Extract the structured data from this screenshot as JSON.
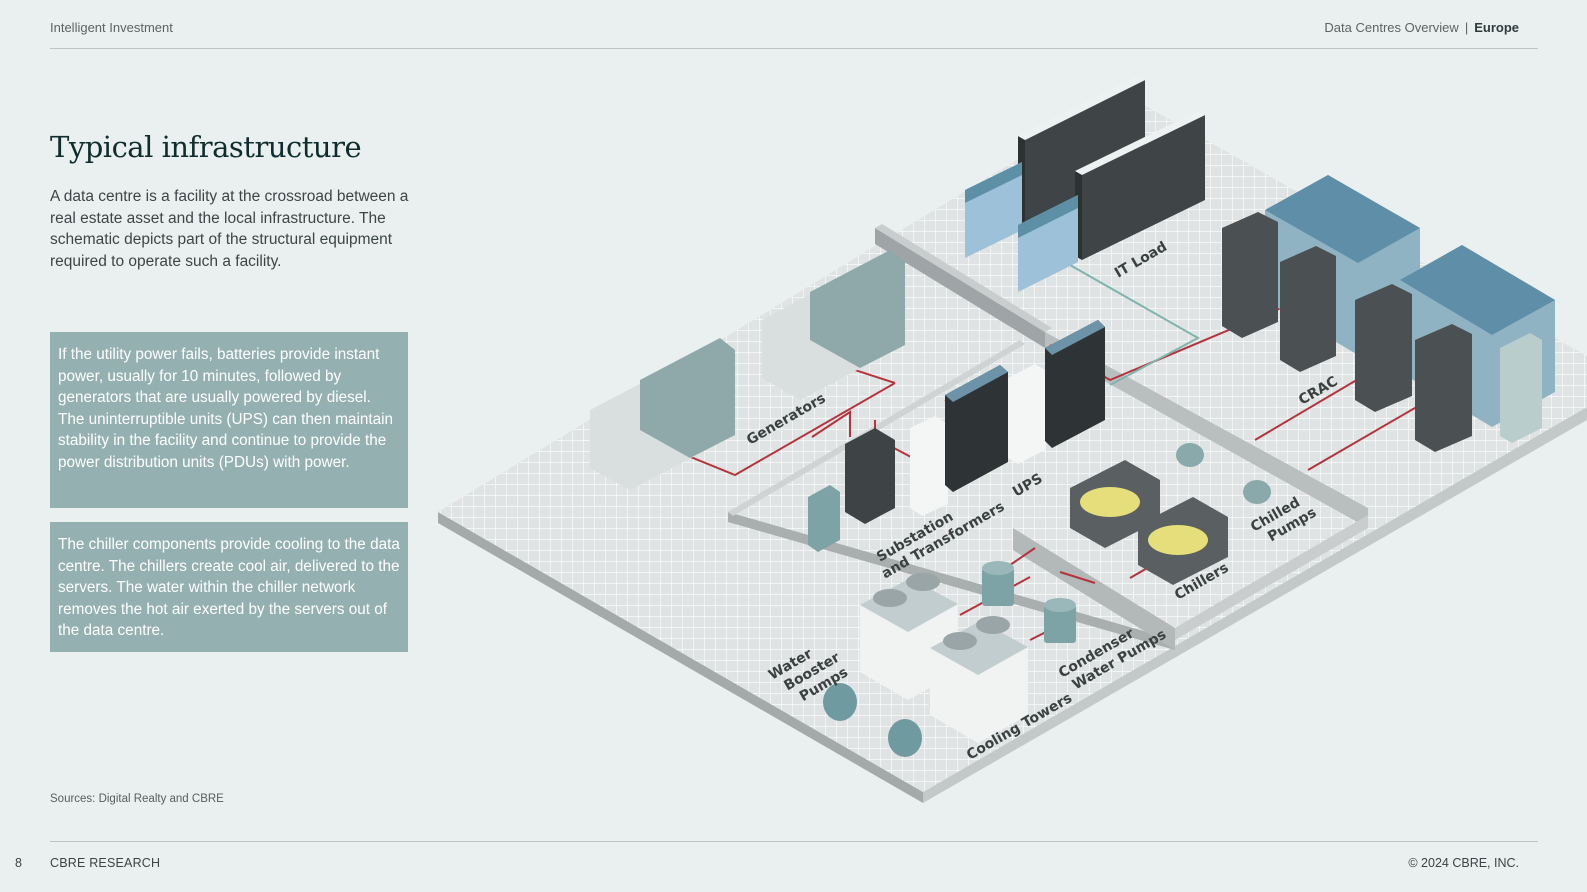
{
  "header": {
    "left": "Intelligent Investment",
    "right_section": "Data Centres Overview",
    "right_separator": "|",
    "right_region": "Europe"
  },
  "title": "Typical infrastructure",
  "intro": "A data centre is a facility at the crossroad between a real estate asset and the local infrastructure. The schematic depicts part of the structural equipment required to operate such a facility.",
  "info_boxes": {
    "power": "If the utility power fails, batteries provide instant power, usually for 10 minutes, followed by generators that are usually powered by diesel. The uninterruptible units (UPS) can then maintain stability in the facility and continue to provide the power distribution units (PDUs) with power.",
    "chiller": "The chiller components provide cooling to the data centre. The chillers create cool air, delivered to the servers. The water within the chiller network removes the hot air exerted by the servers out of the data centre."
  },
  "diagram": {
    "labels": {
      "it_load": "IT Load",
      "crac": "CRAC",
      "generators": "Generators",
      "ups": "UPS",
      "substation_line1": "Substation",
      "substation_line2": "and Transformers",
      "chillers": "Chillers",
      "chilled_line1": "Chilled",
      "chilled_line2": "Pumps",
      "water_line1": "Water",
      "water_line2": "Booster",
      "water_line3": "Pumps",
      "condenser_line1": "Condenser",
      "condenser_line2": "Water Pumps",
      "cooling_towers": "Cooling Towers"
    },
    "colors": {
      "power_line": "#b5333b",
      "cooling_line": "#7fb5ad",
      "floor": "#dfe3e3",
      "grid": "#ffffff",
      "equipment_dark": "#4b5152",
      "equipment_blue": "#5d8fa6",
      "equipment_teal": "#7ea3a6",
      "chiller_yellow": "#e6de7a"
    }
  },
  "sources": "Sources: Digital Realty and CBRE",
  "footer": {
    "page_number": "8",
    "left": "CBRE RESEARCH",
    "right": "© 2024 CBRE, INC."
  }
}
